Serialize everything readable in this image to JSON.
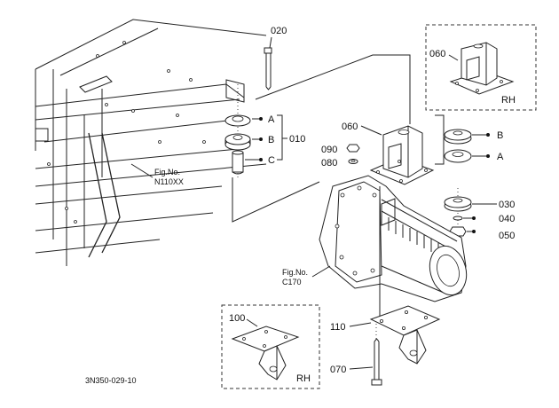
{
  "parts": {
    "p020": "020",
    "p010": "010",
    "p060_top": "060",
    "p060_main": "060",
    "p090": "090",
    "p080": "080",
    "p030": "030",
    "p040": "040",
    "p050": "050",
    "p100": "100",
    "p110": "110",
    "p070": "070"
  },
  "callouts": {
    "a_left": "A",
    "b_left": "B",
    "c_left": "C",
    "b_right": "B",
    "a_right": "A"
  },
  "refs": {
    "n110_line1": "Fig.No.",
    "n110_line2": "N110XX",
    "c170_line1": "Fig.No.",
    "c170_line2": "C170"
  },
  "insets": {
    "top_side": "RH",
    "bottom_side": "RH"
  },
  "drawing_code": "3N350-029-10"
}
